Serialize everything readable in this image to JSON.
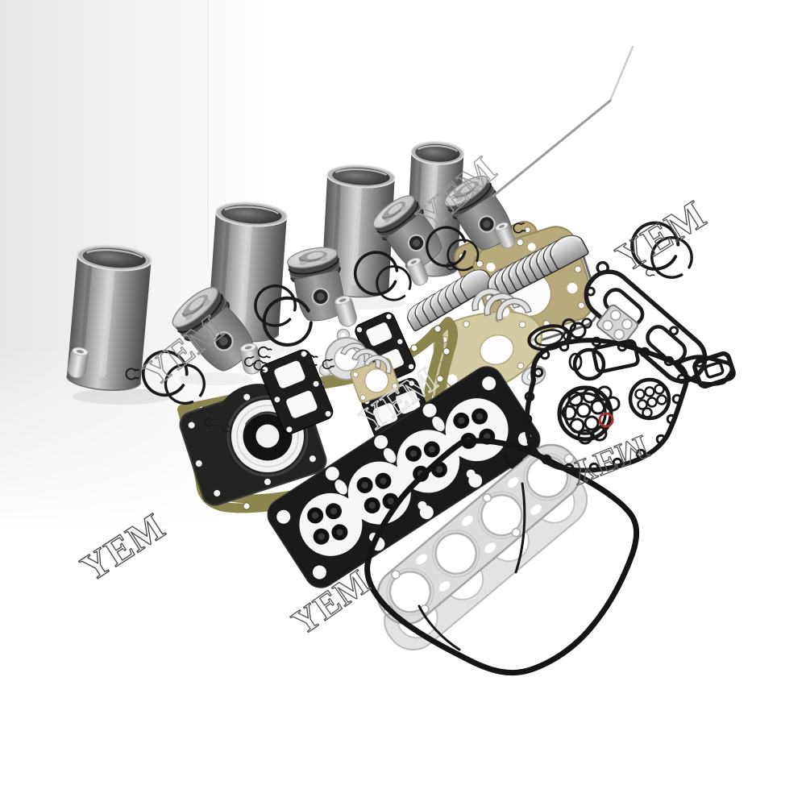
{
  "meta": {
    "type": "product-photo",
    "subject": "Diesel engine overhaul rebuild kit: 4 cylinder liners, 4 pistons with pins, piston rings, rod and main bearing shells, thrust washers and complete gasket set with head gasket, oil pan gasket with rear main seal, valve cover gasket, exhaust manifold gasket and timing cover gaskets",
    "background_color": "#ffffff"
  },
  "watermark": {
    "text": "YEM",
    "style": "outline-serif",
    "count": 7
  },
  "colors": {
    "steel": "#9a9a9a",
    "gasket_black": "#1a1a1a",
    "gasket_olive": "#8b854e",
    "gasket_tan": "#b8aa7c",
    "gasket_cream": "#d3cba4",
    "gasket_silver": "#dcdcdc",
    "seal_white": "#f2f2f2",
    "red_dot": "#b03040",
    "watermark_gray": "#5a5a5a"
  },
  "parts": [
    {
      "name": "cylinder-liner",
      "count": 4
    },
    {
      "name": "piston",
      "count": 4
    },
    {
      "name": "piston-pin",
      "count": 5
    },
    {
      "name": "piston-ring-set"
    },
    {
      "name": "snap-ring-clips"
    },
    {
      "name": "connecting-rod-bearing-set"
    },
    {
      "name": "main-bearing-set"
    },
    {
      "name": "thrust-washer-set"
    },
    {
      "name": "cylinder-head-gasket"
    },
    {
      "name": "oil-pan-gasket-with-rear-main-seal"
    },
    {
      "name": "exhaust-manifold-gasket"
    },
    {
      "name": "valve-cover-gasket"
    },
    {
      "name": "timing-cover-gasket"
    },
    {
      "name": "flywheel-housing-gasket"
    },
    {
      "name": "oil-cooler-gasket"
    },
    {
      "name": "front-plate-gasket"
    },
    {
      "name": "intake-port-gaskets"
    },
    {
      "name": "thermostat-gasket"
    },
    {
      "name": "o-rings"
    },
    {
      "name": "dipstick-rod"
    }
  ]
}
